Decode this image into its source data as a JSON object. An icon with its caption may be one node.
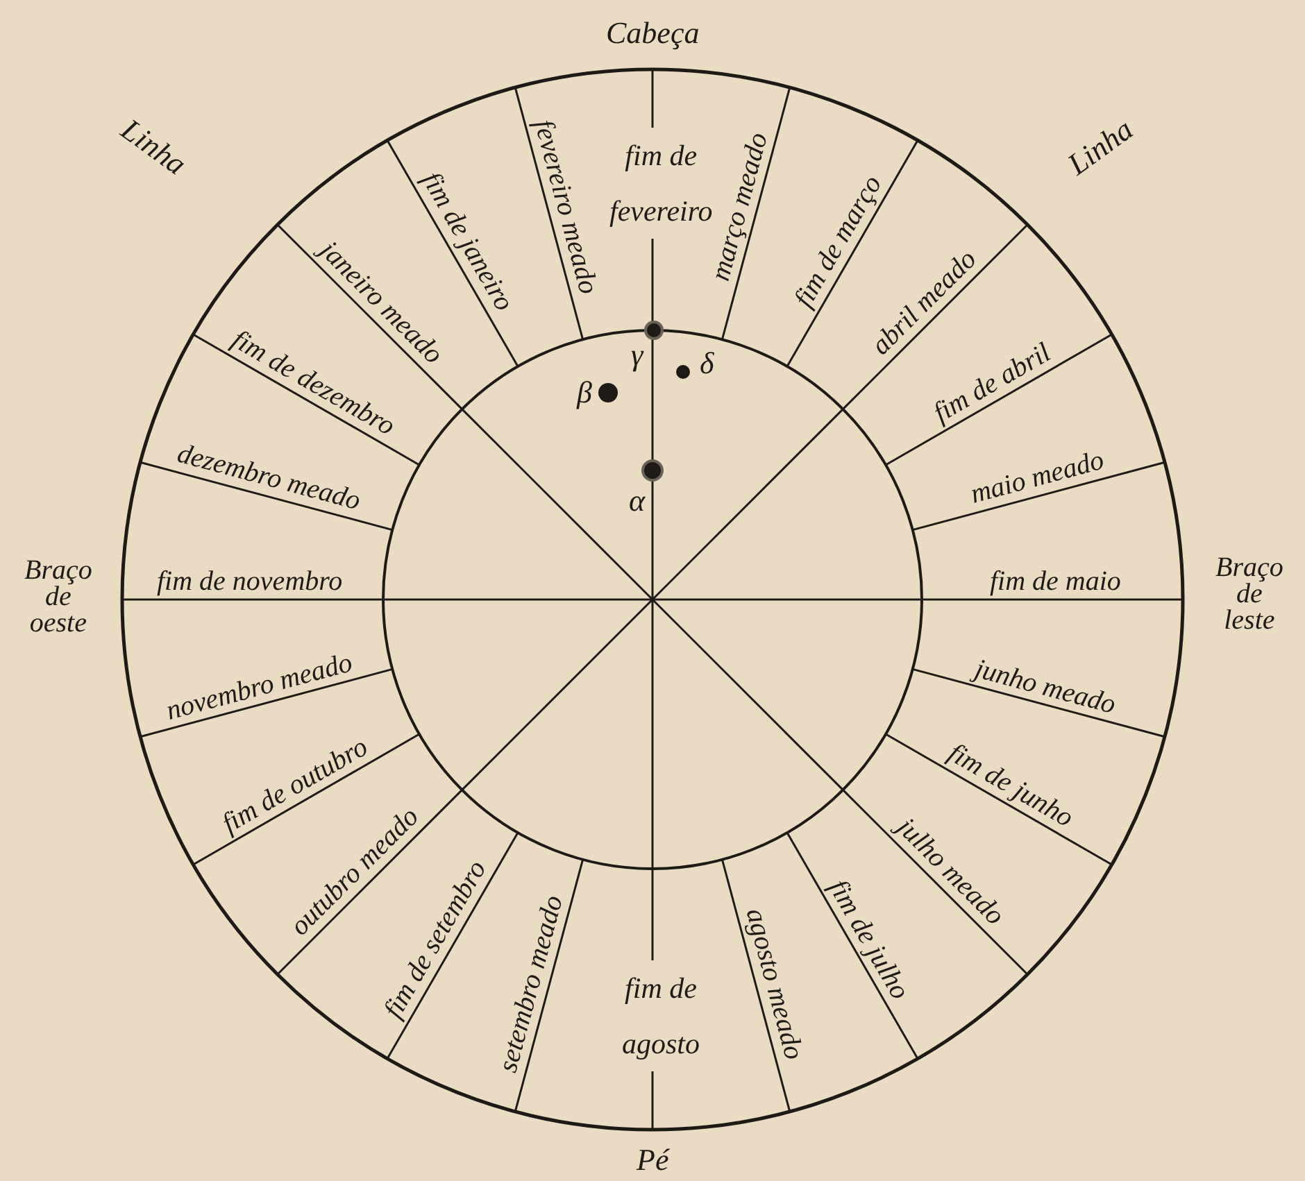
{
  "diagram": {
    "labels": [
      "Cabeça",
      "Linha",
      "Linha",
      "fim de fevereiro",
      "março meado",
      "fim de março",
      "abril meado",
      "fim de abril",
      "maio meado",
      "fim de maio",
      "junho meado",
      "fim de junho",
      "julho meado",
      "fim de julho",
      "agosto meado",
      "fim de agosto",
      "setembro meado",
      "fim de setembro",
      "outubro meado",
      "fim de outubro",
      "novembro meado",
      "fim de novembro",
      "dezembro meado",
      "fim de dezembro",
      "janeiro meado",
      "fim de janeiro",
      "fevereiro meado",
      "γ",
      "β",
      "δ",
      "α",
      "Braço de oeste",
      "Braço de leste",
      "Pé"
    ]
  }
}
